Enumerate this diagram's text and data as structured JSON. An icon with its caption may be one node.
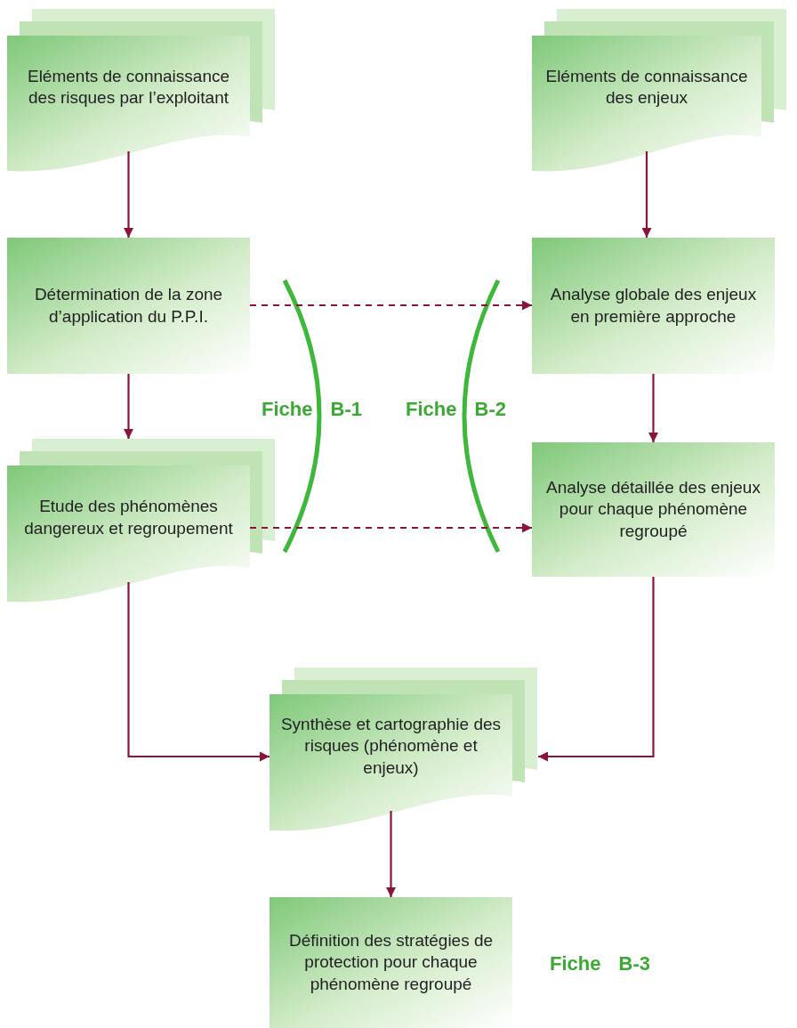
{
  "diagram": {
    "nodes": [
      {
        "text": [
          "Eléments de connaissance des risques par l’exploitant"
        ]
      },
      {
        "text": [
          "Eléments de connaissance des enjeux"
        ]
      },
      {
        "text": [
          "Détermination de la zone d’application du P.P.I."
        ]
      },
      {
        "text": [
          "Analyse globale des enjeux en première approche"
        ]
      },
      {
        "text": [
          "Etude des phénomènes dangereux et regroupement"
        ]
      },
      {
        "text": [
          "Analyse détaillée des enjeux pour chaque phénomène regroupé"
        ]
      },
      {
        "text": [
          "Synthèse et cartographie des risques (phénomène et enjeux)"
        ]
      },
      {
        "text": [
          "Définition des stratégies de protection pour chaque phénomène regroupé"
        ]
      }
    ],
    "edges": [
      {
        "from": 0,
        "to": 2,
        "arrow": "to"
      },
      {
        "from": 2,
        "to": 4,
        "arrow": "to"
      },
      {
        "from": 1,
        "to": 3,
        "arrow": "to"
      },
      {
        "from": 2,
        "to": 3,
        "arrow": "to",
        "style": "dashed"
      },
      {
        "from": 3,
        "to": 5,
        "arrow": "to"
      },
      {
        "from": 4,
        "to": 5,
        "arrow": "to",
        "style": "dashed"
      },
      {
        "from": 4,
        "to": 6,
        "arrow": "to"
      },
      {
        "from": 5,
        "to": 6,
        "arrow": "to"
      },
      {
        "from": 6,
        "to": 7,
        "arrow": "to"
      }
    ],
    "labels": [
      "Fiche B-1",
      "Fiche B-2",
      "Fiche B-3"
    ]
  }
}
